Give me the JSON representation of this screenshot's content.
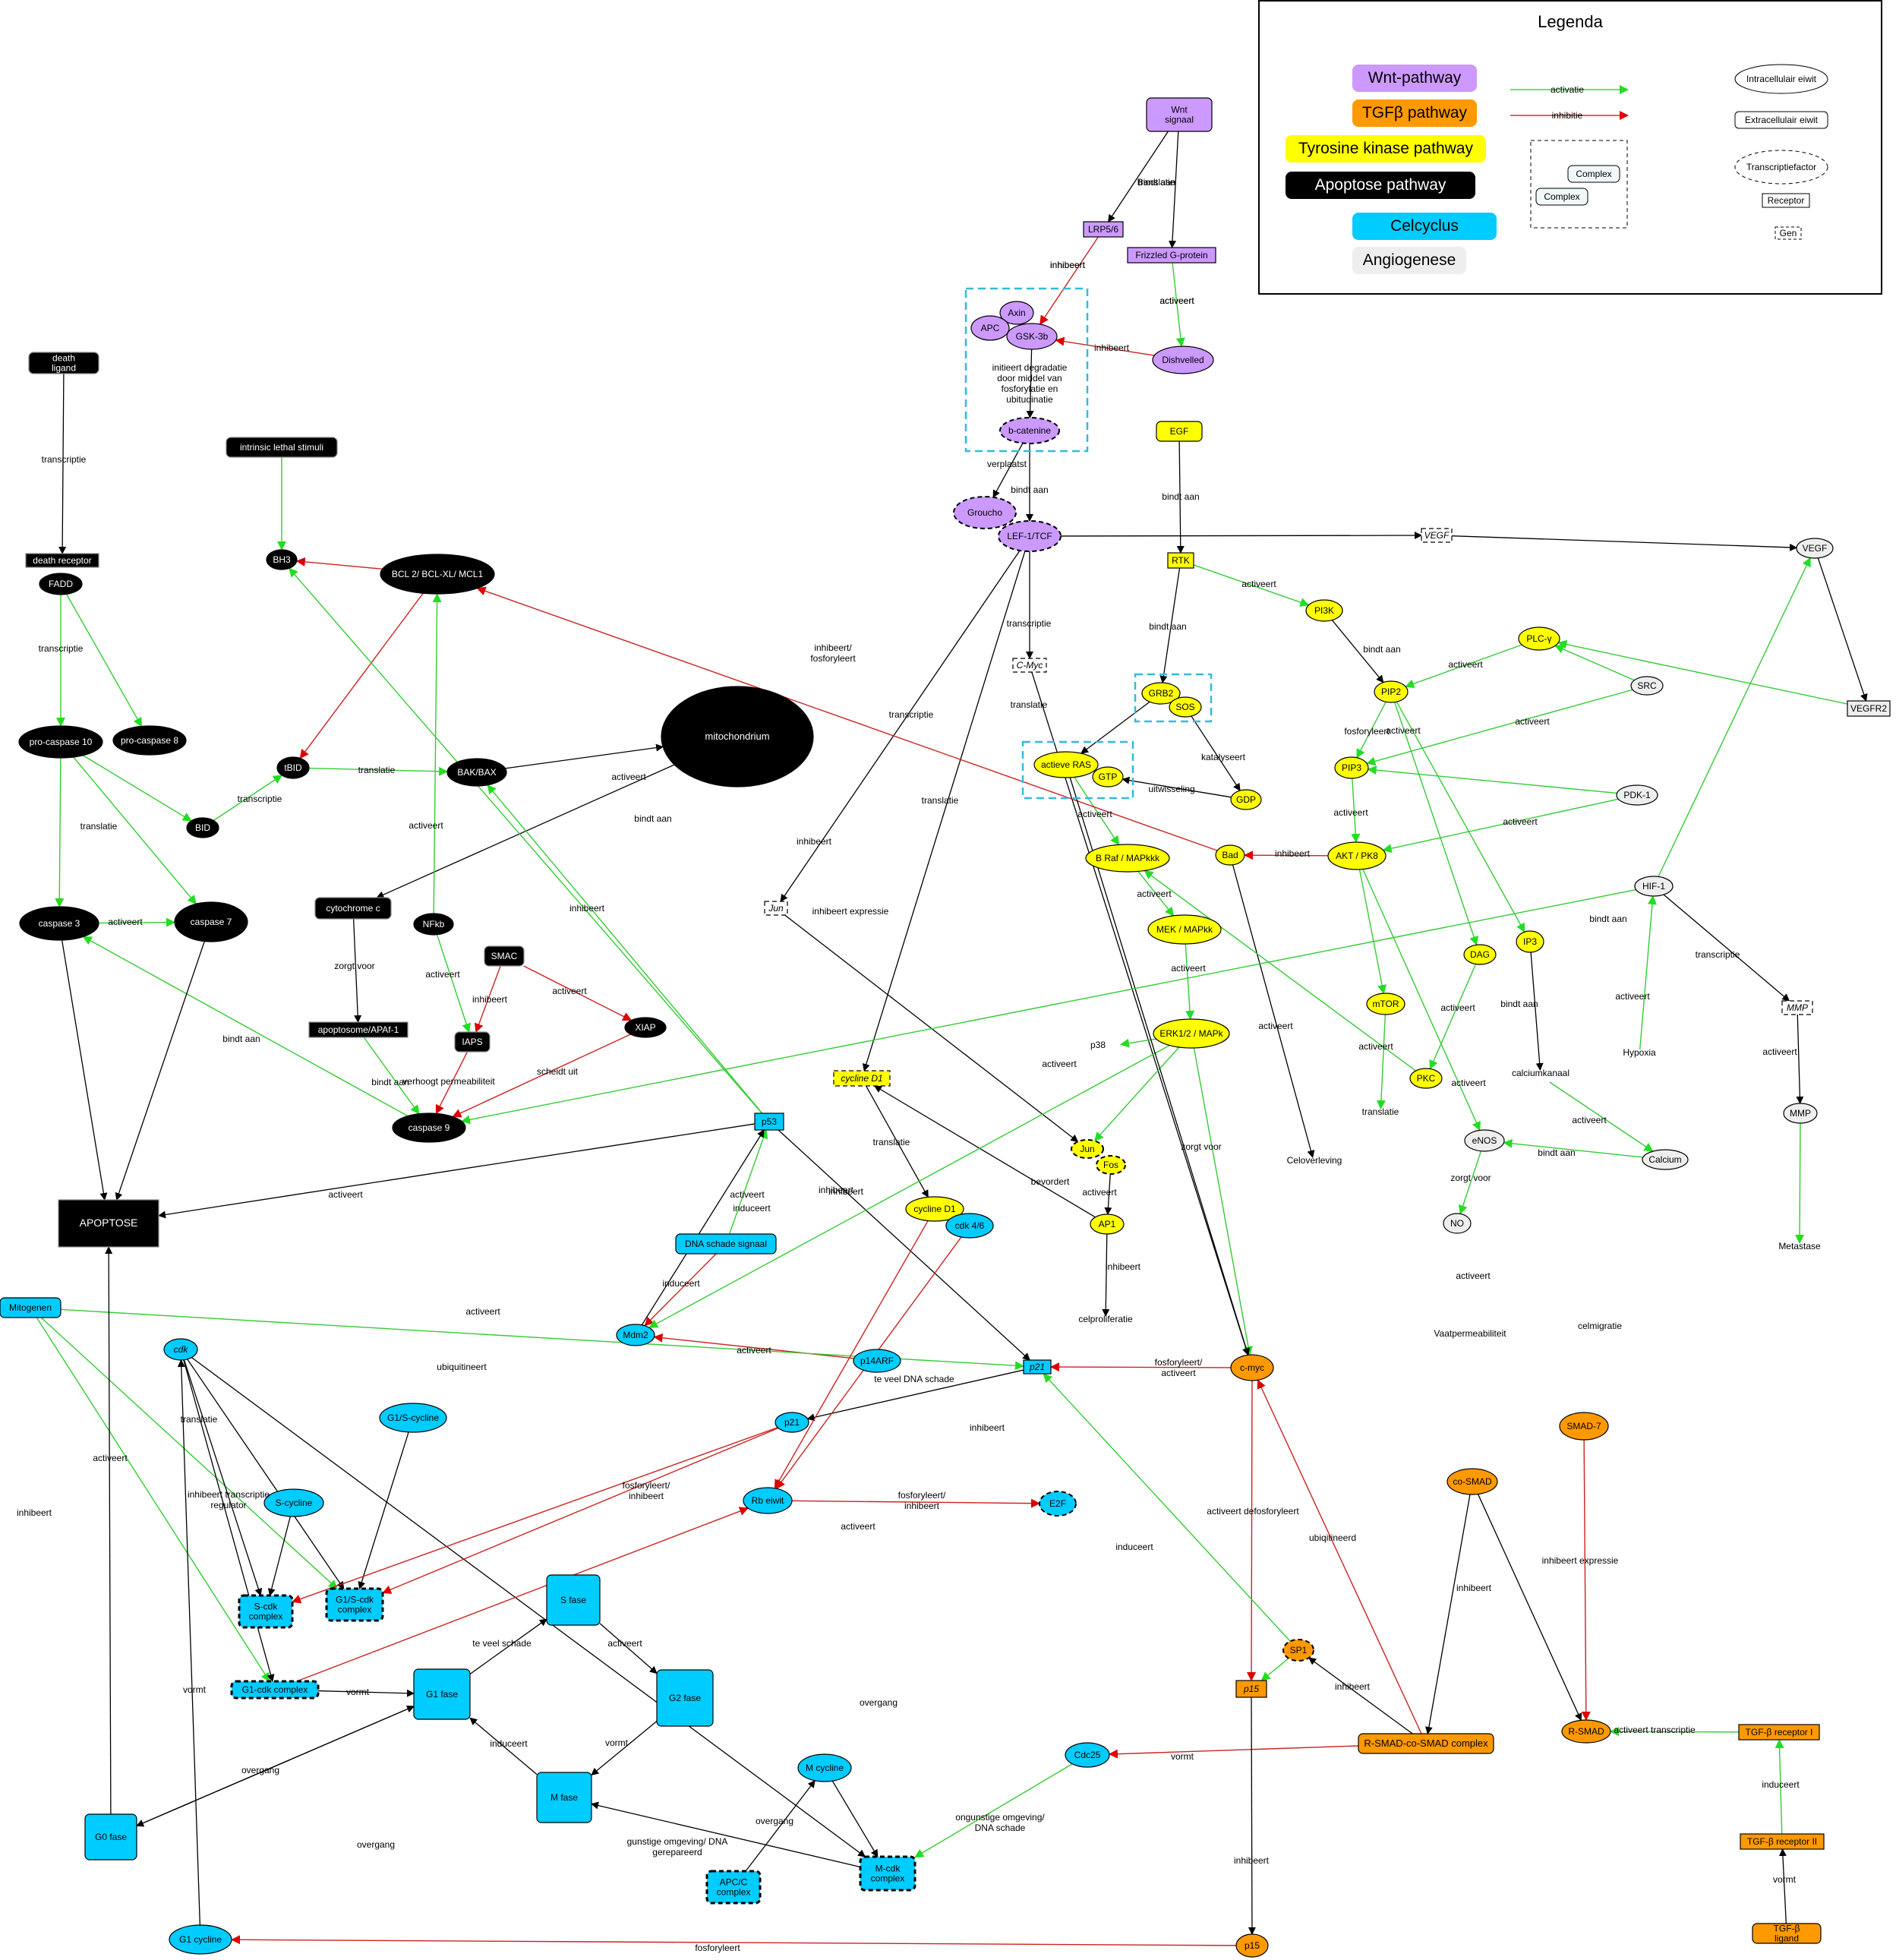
{
  "legend": {
    "title": "Legenda",
    "pathways": [
      {
        "name": "Wnt-pathway",
        "color": "#cc99ff",
        "text": "#000000"
      },
      {
        "name": "TGFβ pathway",
        "color": "#ff9900",
        "text": "#000000"
      },
      {
        "name": "Tyrosine kinase pathway",
        "color": "#ffff00",
        "text": "#000000"
      },
      {
        "name": "Apoptose pathway",
        "color": "#000000",
        "text": "#ffffff"
      },
      {
        "name": "Celcyclus",
        "color": "#00ccff",
        "text": "#000000"
      },
      {
        "name": "Angiogenese",
        "color": "#eeeeee",
        "text": "#000000"
      }
    ],
    "edges": [
      {
        "label": "activatie",
        "color": "#00dd00"
      },
      {
        "label": "inhibitie",
        "color": "#dd0000"
      }
    ],
    "complex_example": [
      "Complex",
      "Complex"
    ],
    "shapes": [
      {
        "label": "Intracellulair eiwit",
        "shape": "ellipse"
      },
      {
        "label": "Extracellulair eiwit",
        "shape": "rounded"
      },
      {
        "label": "Transcriptiefactor",
        "shape": "dashed-ellipse"
      },
      {
        "label": "Receptor",
        "shape": "rect"
      },
      {
        "label": "Gen",
        "shape": "dashed-rect"
      }
    ]
  },
  "colors": {
    "wnt": "#cc99ff",
    "tgf": "#ff9900",
    "tyr": "#ffff00",
    "apo": "#000000",
    "cel": "#00ccff",
    "ang": "#eeeeee",
    "activation": "#33cc33",
    "inhibition": "#cc2222",
    "neutral": "#000000",
    "complex_border": "#33bbdd"
  },
  "nodes": [
    {
      "id": "wnt_signal",
      "label": "Wnt signaal",
      "cat": "wnt"
    },
    {
      "id": "lrp",
      "label": "LRP5/6",
      "cat": "wnt"
    },
    {
      "id": "frizzled",
      "label": "Frizzled G-protein",
      "cat": "wnt"
    },
    {
      "id": "axin",
      "label": "Axin",
      "cat": "wnt"
    },
    {
      "id": "apc",
      "label": "APC",
      "cat": "wnt"
    },
    {
      "id": "gsk3b",
      "label": "GSK-3b",
      "cat": "wnt"
    },
    {
      "id": "dishevelled",
      "label": "Dishvelled",
      "cat": "wnt"
    },
    {
      "id": "bcatenine",
      "label": "b-catenine",
      "cat": "wnt"
    },
    {
      "id": "groucho",
      "label": "Groucho",
      "cat": "wnt"
    },
    {
      "id": "lef",
      "label": "LEF-1/TCF",
      "cat": "wnt"
    },
    {
      "id": "vegf_gene",
      "label": "VEGF",
      "cat": "ang"
    },
    {
      "id": "vegf",
      "label": "VEGF",
      "cat": "ang"
    },
    {
      "id": "vegfr2",
      "label": "VEGFR2",
      "cat": "ang"
    },
    {
      "id": "src",
      "label": "SRC",
      "cat": "ang"
    },
    {
      "id": "pdk1",
      "label": "PDK-1",
      "cat": "ang"
    },
    {
      "id": "hif1",
      "label": "HIF-1",
      "cat": "ang"
    },
    {
      "id": "mmp_gene",
      "label": "MMP",
      "cat": "ang"
    },
    {
      "id": "mmp",
      "label": "MMP",
      "cat": "ang"
    },
    {
      "id": "enos",
      "label": "eNOS",
      "cat": "ang"
    },
    {
      "id": "no",
      "label": "NO",
      "cat": "ang"
    },
    {
      "id": "calcium",
      "label": "Calcium",
      "cat": "ang"
    },
    {
      "id": "egf",
      "label": "EGF",
      "cat": "tyr"
    },
    {
      "id": "rtk",
      "label": "RTK",
      "cat": "tyr"
    },
    {
      "id": "grb2",
      "label": "GRB2",
      "cat": "tyr"
    },
    {
      "id": "sos",
      "label": "SOS",
      "cat": "tyr"
    },
    {
      "id": "ras",
      "label": "actieve RAS",
      "cat": "tyr"
    },
    {
      "id": "gtp",
      "label": "GTP",
      "cat": "tyr"
    },
    {
      "id": "gdp",
      "label": "GDP",
      "cat": "tyr"
    },
    {
      "id": "pi3k",
      "label": "PI3K",
      "cat": "tyr"
    },
    {
      "id": "plcy",
      "label": "PLC-γ",
      "cat": "tyr"
    },
    {
      "id": "pip2",
      "label": "PIP2",
      "cat": "tyr"
    },
    {
      "id": "pip3",
      "label": "PIP3",
      "cat": "tyr"
    },
    {
      "id": "akt",
      "label": "AKT / PK8",
      "cat": "tyr"
    },
    {
      "id": "bad",
      "label": "Bad",
      "cat": "tyr"
    },
    {
      "id": "braf",
      "label": "B Raf / MAPkkk",
      "cat": "tyr"
    },
    {
      "id": "mek",
      "label": "MEK / MAPkk",
      "cat": "tyr"
    },
    {
      "id": "erk",
      "label": "ERK1/2 / MAPk",
      "cat": "tyr"
    },
    {
      "id": "ip3",
      "label": "IP3",
      "cat": "tyr"
    },
    {
      "id": "dag",
      "label": "DAG",
      "cat": "tyr"
    },
    {
      "id": "mtor",
      "label": "mTOR",
      "cat": "tyr"
    },
    {
      "id": "pkc",
      "label": "PKC",
      "cat": "tyr"
    },
    {
      "id": "jun_tf",
      "label": "Jun",
      "cat": "tyr"
    },
    {
      "id": "fos",
      "label": "Fos",
      "cat": "tyr"
    },
    {
      "id": "ap1",
      "label": "AP1",
      "cat": "tyr"
    },
    {
      "id": "cyclinD1_gene",
      "label": "cycline D1",
      "cat": "tyr"
    },
    {
      "id": "cmyc_gene",
      "label": "C-Myc",
      "cat": "ang"
    },
    {
      "id": "jun_gene",
      "label": "Jun",
      "cat": "ang"
    },
    {
      "id": "death_ligand",
      "label": "death ligand",
      "cat": "apo"
    },
    {
      "id": "death_receptor",
      "label": "death receptor",
      "cat": "apo"
    },
    {
      "id": "fadd",
      "label": "FADD",
      "cat": "apo"
    },
    {
      "id": "procasp10",
      "label": "pro-caspase 10",
      "cat": "apo"
    },
    {
      "id": "procasp8",
      "label": "pro-caspase 8",
      "cat": "apo"
    },
    {
      "id": "bid",
      "label": "BID",
      "cat": "apo"
    },
    {
      "id": "tbid",
      "label": "tBID",
      "cat": "apo"
    },
    {
      "id": "casp3",
      "label": "caspase 3",
      "cat": "apo"
    },
    {
      "id": "casp7",
      "label": "caspase 7",
      "cat": "apo"
    },
    {
      "id": "apoptose",
      "label": "APOPTOSE",
      "cat": "apo"
    },
    {
      "id": "intrinsic",
      "label": "intrinsic lethal stimuli",
      "cat": "apo"
    },
    {
      "id": "bh3",
      "label": "BH3",
      "cat": "apo"
    },
    {
      "id": "bcl2",
      "label": "BCL 2/ BCL-XL/ MCL1",
      "cat": "apo"
    },
    {
      "id": "mito",
      "label": "mitochondrium",
      "cat": "apo"
    },
    {
      "id": "bakbax",
      "label": "BAK/BAX",
      "cat": "apo"
    },
    {
      "id": "cytc",
      "label": "cytochrome c",
      "cat": "apo"
    },
    {
      "id": "apoptosome",
      "label": "apoptosome/APAf-1",
      "cat": "apo"
    },
    {
      "id": "nfkb",
      "label": "NFkb",
      "cat": "apo"
    },
    {
      "id": "smac",
      "label": "SMAC",
      "cat": "apo"
    },
    {
      "id": "iaps",
      "label": "IAPS",
      "cat": "apo"
    },
    {
      "id": "xiap",
      "label": "XIAP",
      "cat": "apo"
    },
    {
      "id": "casp9",
      "label": "caspase 9",
      "cat": "apo"
    },
    {
      "id": "p53",
      "label": "p53",
      "cat": "cel"
    },
    {
      "id": "dna_signal",
      "label": "DNA schade signaal",
      "cat": "cel"
    },
    {
      "id": "mdm2",
      "label": "Mdm2",
      "cat": "cel"
    },
    {
      "id": "p14arf",
      "label": "p14ARF",
      "cat": "cel"
    },
    {
      "id": "mitogenen",
      "label": "Mitogenen",
      "cat": "cel"
    },
    {
      "id": "cdk",
      "label": "cdk",
      "cat": "cel"
    },
    {
      "id": "p21_gene",
      "label": "p21",
      "cat": "cel"
    },
    {
      "id": "p21",
      "label": "p21",
      "cat": "cel"
    },
    {
      "id": "g1s_cycline",
      "label": "G1/S-cycline",
      "cat": "cel"
    },
    {
      "id": "s_cycline",
      "label": "S-cycline",
      "cat": "cel"
    },
    {
      "id": "s_cdk",
      "label": "S-cdk complex",
      "cat": "cel"
    },
    {
      "id": "g1s_cdk",
      "label": "G1/S-cdk complex",
      "cat": "cel"
    },
    {
      "id": "rb",
      "label": "Rb eiwit",
      "cat": "cel"
    },
    {
      "id": "e2f",
      "label": "E2F",
      "cat": "cel"
    },
    {
      "id": "cyclinD1",
      "label": "cycline D1",
      "cat": "tyr"
    },
    {
      "id": "cdk46",
      "label": "cdk 4/6",
      "cat": "cel"
    },
    {
      "id": "g1_cdk",
      "label": "G1-cdk complex",
      "cat": "cel"
    },
    {
      "id": "g1_fase",
      "label": "G1 fase",
      "cat": "cel"
    },
    {
      "id": "s_fase",
      "label": "S fase",
      "cat": "cel"
    },
    {
      "id": "g2_fase",
      "label": "G2 fase",
      "cat": "cel"
    },
    {
      "id": "m_fase",
      "label": "M fase",
      "cat": "cel"
    },
    {
      "id": "g0_fase",
      "label": "G0 fase",
      "cat": "cel"
    },
    {
      "id": "m_cycline",
      "label": "M cycline",
      "cat": "cel"
    },
    {
      "id": "m_cdk",
      "label": "M-cdk complex",
      "cat": "cel"
    },
    {
      "id": "apcc",
      "label": "APC/C complex",
      "cat": "cel"
    },
    {
      "id": "g1_cycline",
      "label": "G1 cycline",
      "cat": "cel"
    },
    {
      "id": "cdc25",
      "label": "Cdc25",
      "cat": "cel"
    },
    {
      "id": "cmyc",
      "label": "c-myc",
      "cat": "tgf"
    },
    {
      "id": "p15_gene",
      "label": "p15",
      "cat": "tgf"
    },
    {
      "id": "p15",
      "label": "p15",
      "cat": "tgf"
    },
    {
      "id": "sp1",
      "label": "SP1",
      "cat": "tgf"
    },
    {
      "id": "smad7",
      "label": "SMAD-7",
      "cat": "tgf"
    },
    {
      "id": "cosmad",
      "label": "co-SMAD",
      "cat": "tgf"
    },
    {
      "id": "rsmad",
      "label": "R-SMAD",
      "cat": "tgf"
    },
    {
      "id": "rsmad_co",
      "label": "R-SMAD-co-SMAD complex",
      "cat": "tgf"
    },
    {
      "id": "tgf_r1",
      "label": "TGF-β receptor I",
      "cat": "tgf"
    },
    {
      "id": "tgf_r2",
      "label": "TGF-β receptor II",
      "cat": "tgf"
    },
    {
      "id": "tgf_ligand",
      "label": "TGF-β ligand",
      "cat": "tgf"
    }
  ],
  "free_text": [
    "Celoverleving",
    "p38",
    "translatie",
    "Hypoxia",
    "Metastase",
    "calciumkanaal",
    "celproliferatie",
    "Vaatpermeabiliteit",
    "celmigratie"
  ],
  "edge_labels": [
    "Bindt aan",
    "inhibeert",
    "activeert",
    "inhibeert",
    "initieert degradatie door middel van fosforylatie en ubituqinatie",
    "verplaatst",
    "bindt aan",
    "transcriptie",
    "translatie",
    "transcriptie",
    "translatie",
    "bindt aan",
    "activeert",
    "bindt aan",
    "bindt aan",
    "activeert",
    "katalyseert",
    "uitwisseling",
    "activeert",
    "fosforyleert",
    "activeert",
    "activeert",
    "activeert",
    "activeert",
    "inhibeert",
    "activeert",
    "activeert",
    "activeert",
    "activeert",
    "activeert",
    "transcriptie",
    "activeert",
    "activeert",
    "bindt aan",
    "activeert",
    "bindt aan",
    "zorgt voor",
    "activeert",
    "activeert",
    "activeert",
    "zorgt voor",
    "translatie",
    "bevordert",
    "activeert",
    "inhibeert",
    "transcriptie",
    "transcriptie",
    "translatie",
    "transcriptie",
    "translatie",
    "activeert",
    "bindt aan",
    "zorgt voor",
    "bindt aan",
    "activeert",
    "activeert",
    "inhibeert",
    "activeert",
    "verhoogt permeabiliteit",
    "scheidt uit",
    "bindt aan",
    "activeert",
    "activeert",
    "inhibeert",
    "inhibeert",
    "inhibeert",
    "inhibeert",
    "activeert",
    "induceert",
    "induceert",
    "activeert",
    "activeert",
    "te veel DNA schade",
    "fosforyleert/ activeert",
    "inhibeert/ fosforyleert",
    "ubiquitineert",
    "inhibeert",
    "activeert",
    "translatie",
    "inhibeert expressie",
    "inhibeert",
    "fosforyleert/ inhibeert",
    "fosforyleert/ inhibeert",
    "inhibeert transcriptie regulator",
    "vormt",
    "vormt",
    "te veel schade",
    "activeert",
    "vormt",
    "induceert",
    "overgang",
    "overgang",
    "overgang",
    "overgang",
    "gunstige omgeving/ DNA gerepareerd",
    "ongunstige omgeving/ DNA schade",
    "vormt",
    "ubiqitineerd",
    "induceert",
    "activeert defosforyleert",
    "inhibeert",
    "inhibeert",
    "inhibeert expressie",
    "activeert transcriptie",
    "induceert",
    "vormt",
    "inhibeert",
    "fosforyleert",
    "activeert",
    "bindt aan",
    "translatie",
    "inhibeert",
    "activeert"
  ]
}
